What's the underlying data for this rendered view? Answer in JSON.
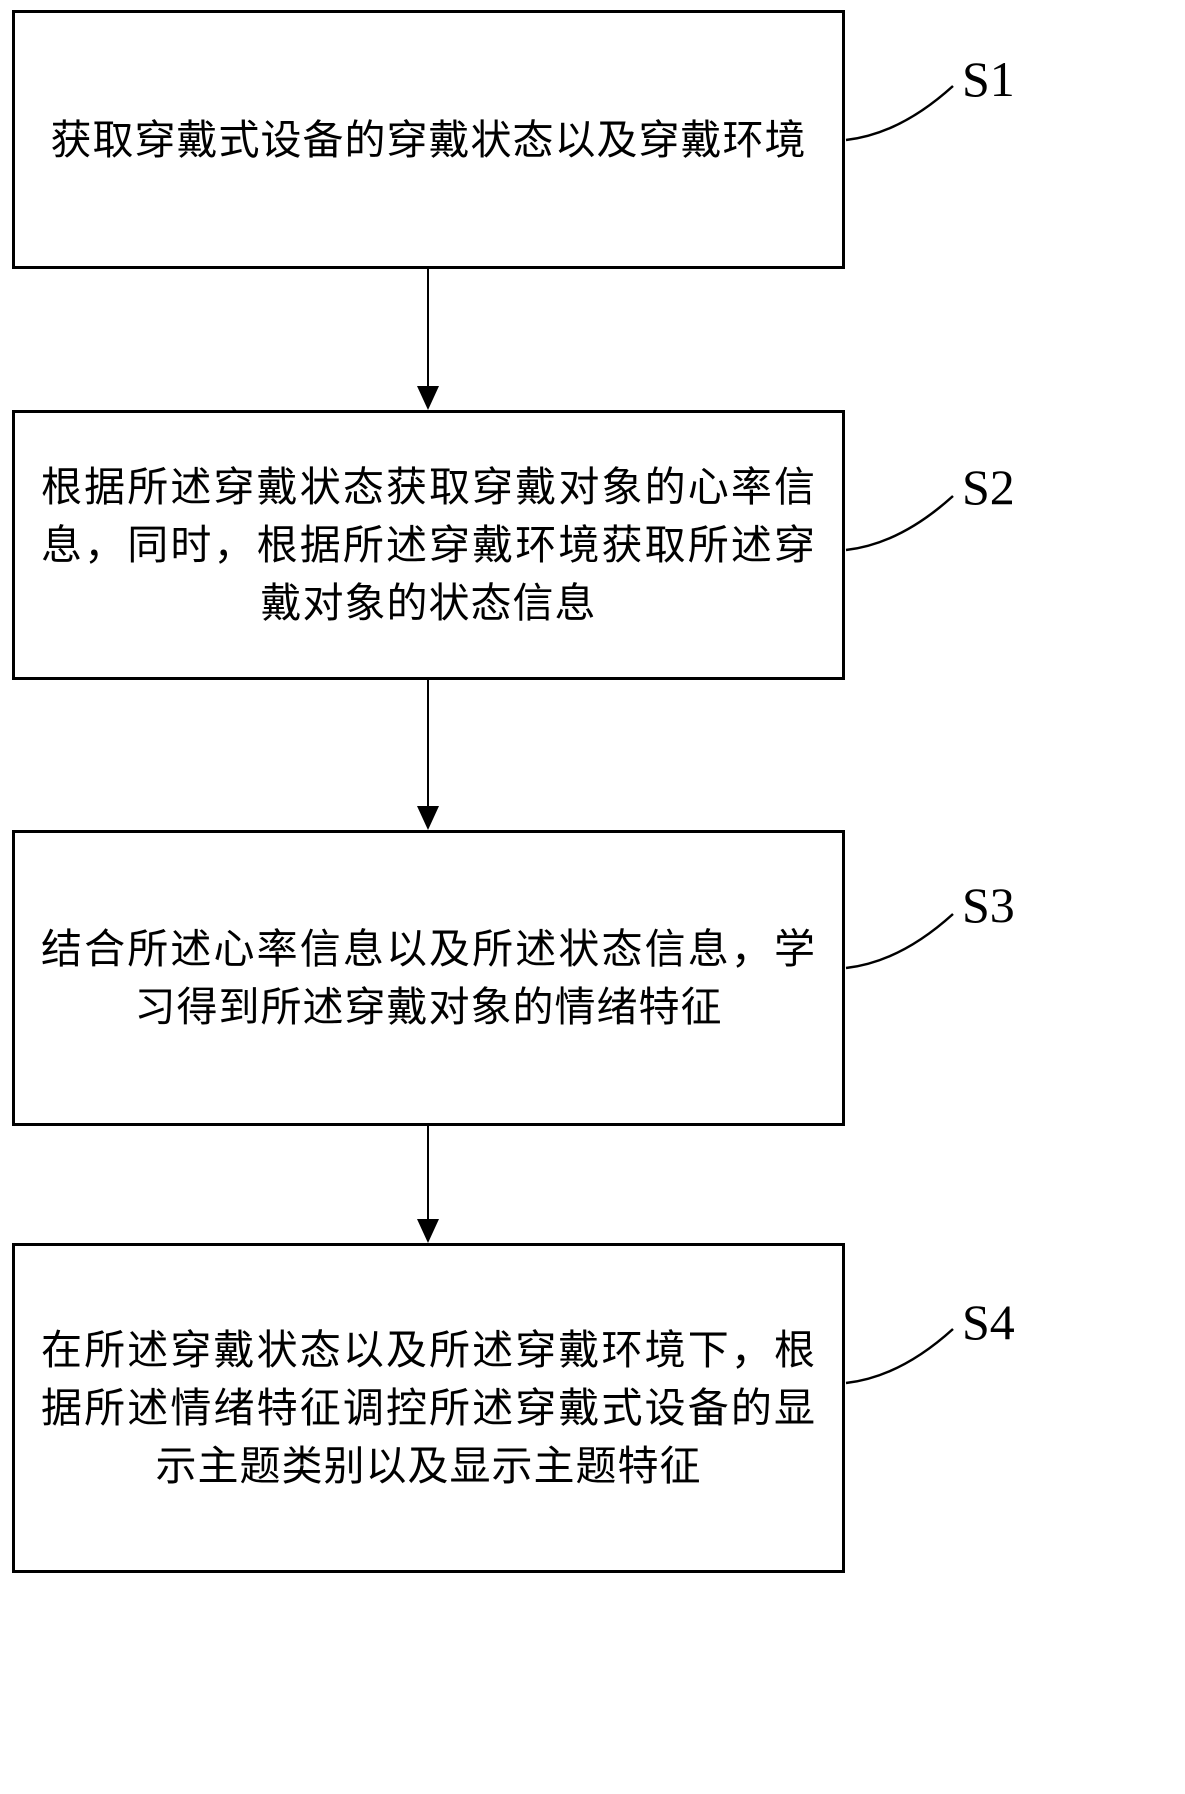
{
  "figure": {
    "background_color": "#ffffff",
    "line_color": "#000000",
    "type": "flowchart"
  },
  "steps": [
    {
      "id": "S1",
      "text": "获取穿戴式设备的穿戴状态以及穿戴环境"
    },
    {
      "id": "S2",
      "text": "根据所述穿戴状态获取穿戴对象的心率信息，同时，根据所述穿戴环境获取所述穿戴对象的状态信息"
    },
    {
      "id": "S3",
      "text": "结合所述心率信息以及所述状态信息，学习得到所述穿戴对象的情绪特征"
    },
    {
      "id": "S4",
      "text": "在所述穿戴状态以及所述穿戴环境下，根据所述情绪特征调控所述穿戴式设备的显示主题类别以及显示主题特征"
    }
  ]
}
